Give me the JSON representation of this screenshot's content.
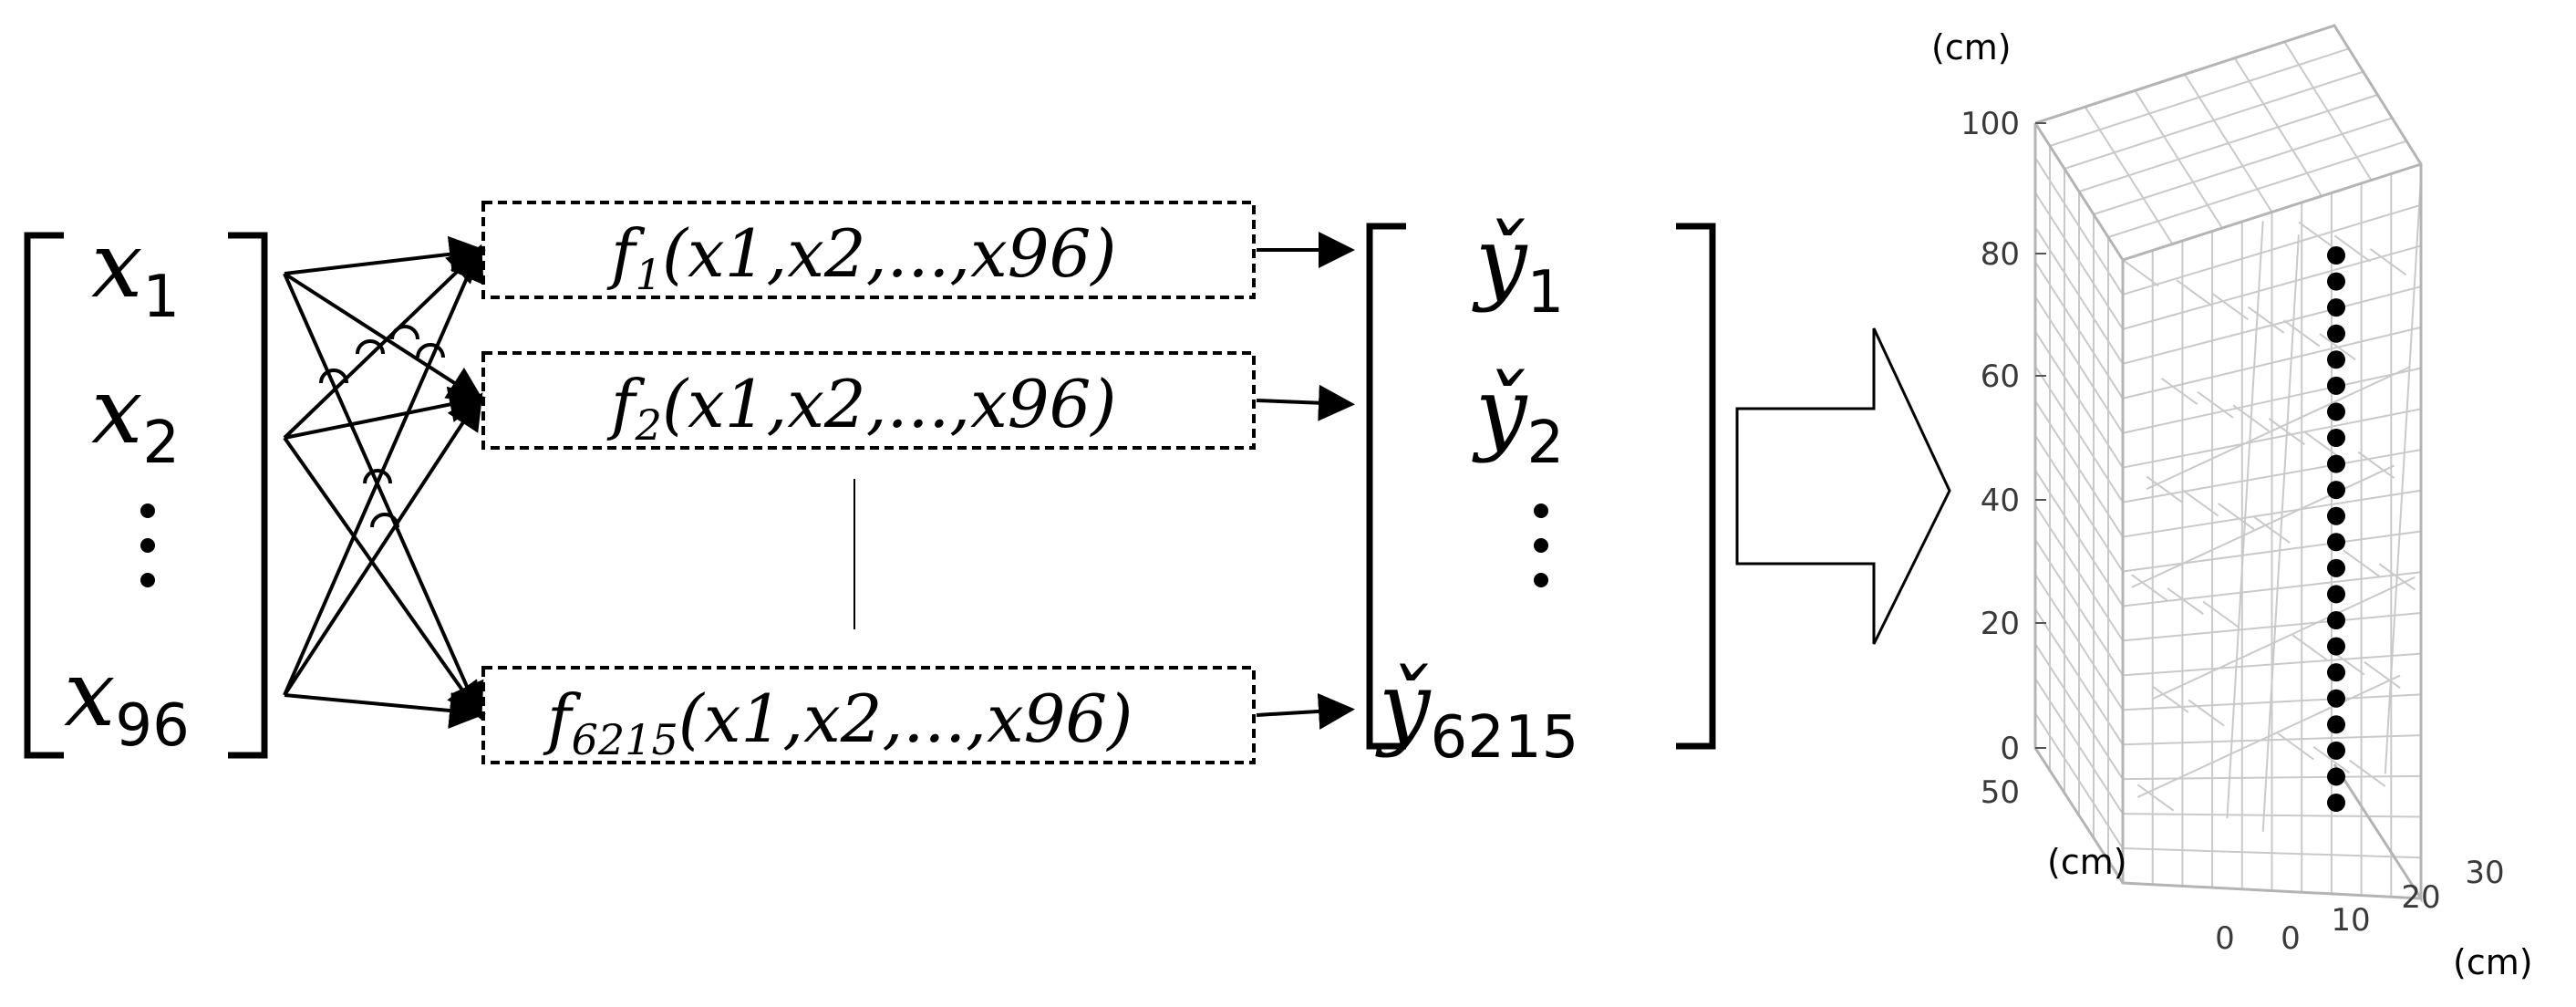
{
  "input_vector": {
    "items": [
      "x",
      "x",
      "x"
    ],
    "subs": [
      "1",
      "2",
      "96"
    ]
  },
  "functions": [
    {
      "name": "f",
      "sub": "1",
      "args": "(x1,x2,...,x96)"
    },
    {
      "name": "f",
      "sub": "2",
      "args": "(x1,x2,...,x96)"
    },
    {
      "name": "f",
      "sub": "6215",
      "args": "(x1,x2,...,x96)"
    }
  ],
  "output_vector": {
    "symbol": "y̌",
    "subs": [
      "1",
      "2",
      "6215"
    ]
  },
  "plot": {
    "z_unit": "(cm)",
    "y_unit": "(cm)",
    "x_unit": "(cm)",
    "z_ticks": [
      "100",
      "80",
      "60",
      "40",
      "20",
      "0"
    ],
    "y_ticks": [
      "50",
      "0"
    ],
    "x_ticks": [
      "0",
      "10",
      "20",
      "30"
    ]
  }
}
